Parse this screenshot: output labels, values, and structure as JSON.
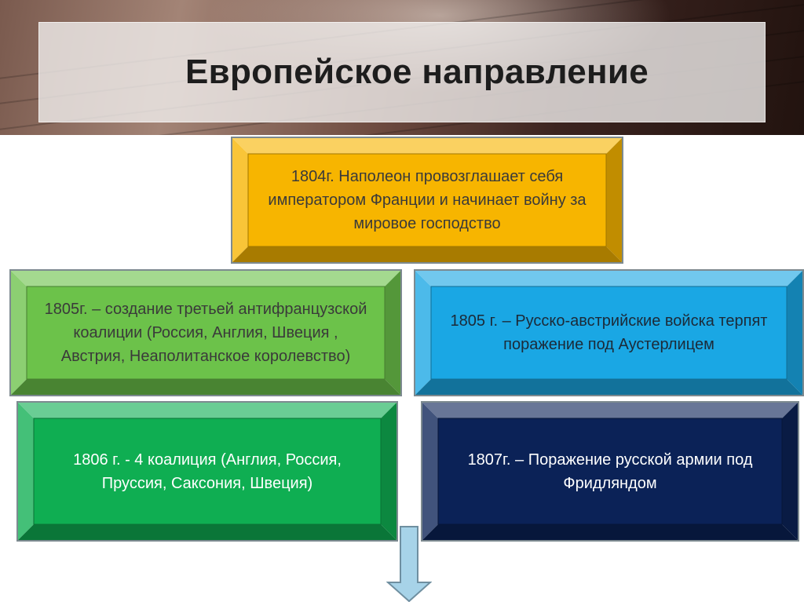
{
  "title": "Европейское направление",
  "boxes": {
    "box1804": {
      "text": "1804г. Наполеон провозглашает себя императором Франции и начинает войну за мировое господство",
      "color": "#f7b500"
    },
    "box1805a": {
      "text": "1805г. – создание третьей антифранцузской коалиции (Россия, Англия, Швеция , Австрия, Неаполитанское королевство)",
      "color": "#6cc24a"
    },
    "box1805b": {
      "text": "1805 г. – Русско-австрийские войска терпят поражение под Аустерлицем",
      "color": "#1aa7e4"
    },
    "box1806": {
      "text": "1806 г. - 4 коалиция (Англия, Россия, Пруссия, Саксония, Швеция)",
      "color": "#0fae52"
    },
    "box1807": {
      "text": "1807г. – Поражение русской армии под Фридляндом",
      "color": "#0b2257"
    }
  },
  "arrow_color": "#a7d3e8"
}
